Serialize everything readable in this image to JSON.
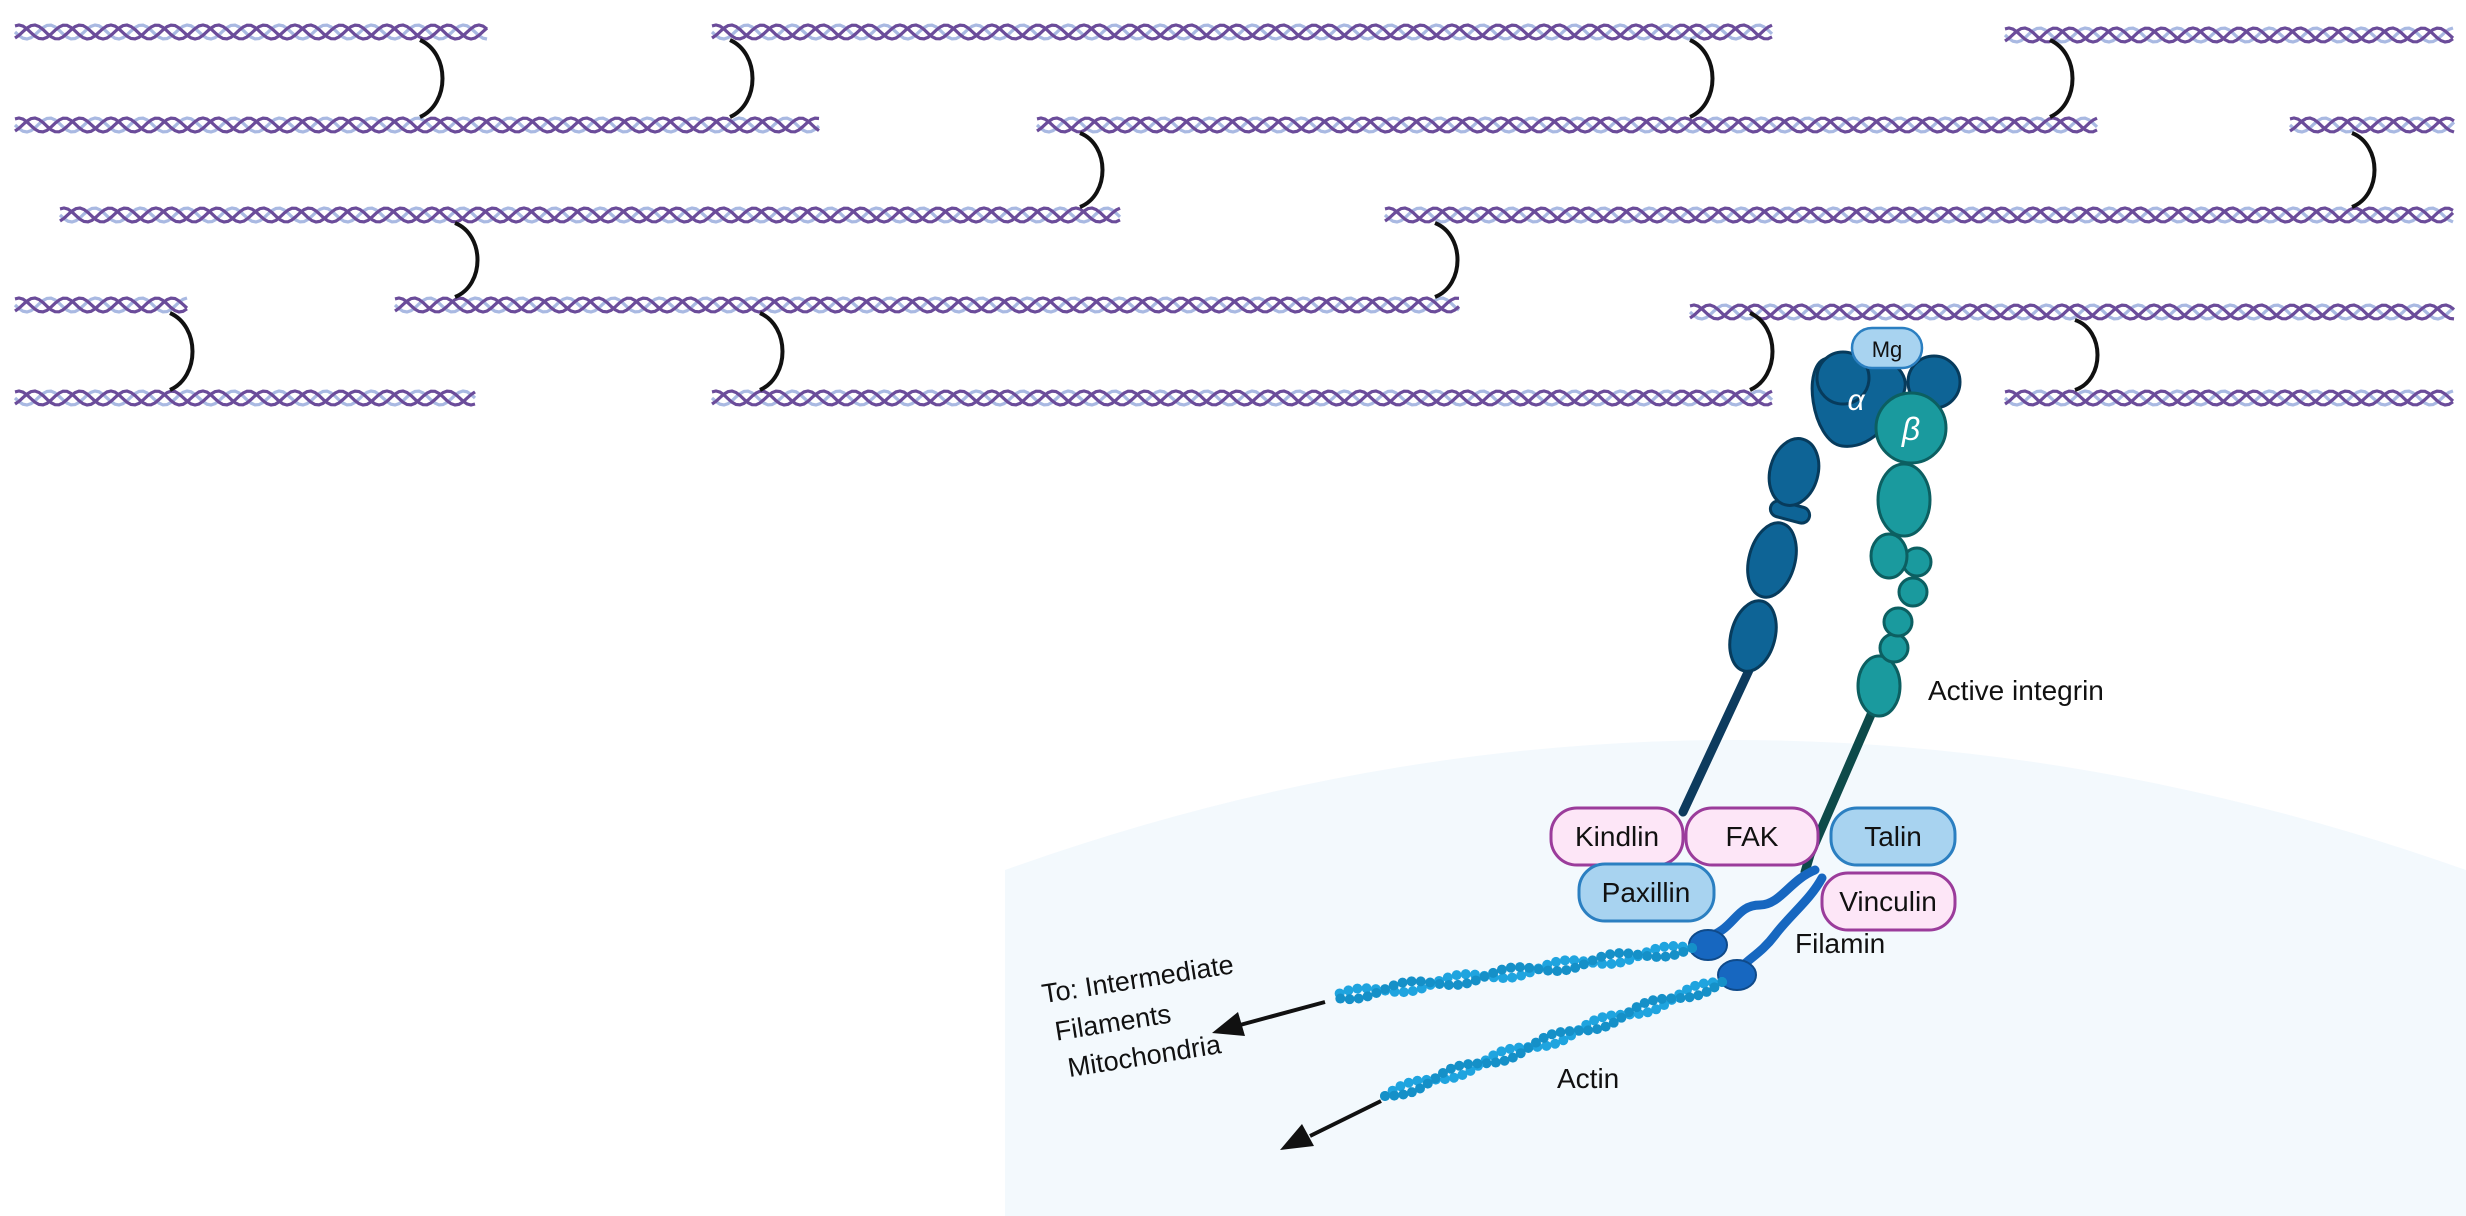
{
  "labels": {
    "mg": "Mg",
    "alpha": "α",
    "beta": "β",
    "active_integrin": "Active integrin",
    "kindlin": "Kindlin",
    "fak": "FAK",
    "talin": "Talin",
    "paxillin": "Paxillin",
    "vinculin": "Vinculin",
    "filamin": "Filamin",
    "actin": "Actin",
    "to_line1": "To: Intermediate",
    "to_line2": "Filaments",
    "to_line3": "Mitochondria"
  },
  "colors": {
    "collagen_dark": "#6b4c9a",
    "collagen_light": "#a9b9e2",
    "alpha_subunit": "#0e6496",
    "beta_subunit": "#1a9a9e",
    "blue_box_fill": "#a8d3f0",
    "blue_box_stroke": "#2b7fc1",
    "pink_box_fill": "#fde6f7",
    "pink_box_stroke": "#9b3c9b",
    "membrane_dot": "#9fb4c2",
    "cell_fill": "#f3f9fd",
    "actin": "#1fa4df"
  }
}
